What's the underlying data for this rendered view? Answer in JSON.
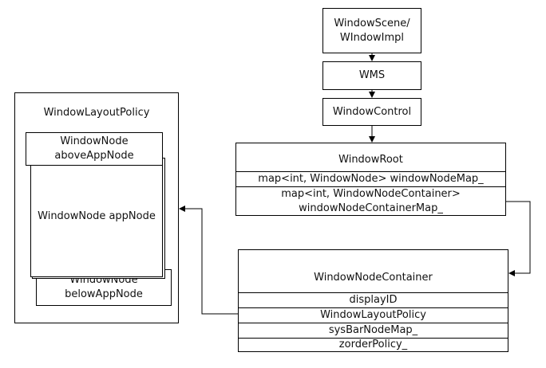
{
  "top_chain": {
    "window_scene": "WindowScene/\nWIndowImpl",
    "wms": "WMS",
    "window_control": "WindowControl"
  },
  "window_root": {
    "title": "WindowRoot",
    "row1": "map<int, WindowNode> windowNodeMap_",
    "row2": "map<int, WindowNodeContainer>\nwindowNodeContainerMap_"
  },
  "window_node_container": {
    "title": "WindowNodeContainer",
    "rows": [
      "displayID",
      "WindowLayoutPolicy",
      "sysBarNodeMap_",
      "zorderPolicy_"
    ]
  },
  "window_layout_policy": {
    "title": "WindowLayoutPolicy",
    "above_app_node": "WindowNode\naboveAppNode",
    "app_node": "WindowNode appNode",
    "below_app_node": "WindowNode\nbelowAppNode"
  }
}
